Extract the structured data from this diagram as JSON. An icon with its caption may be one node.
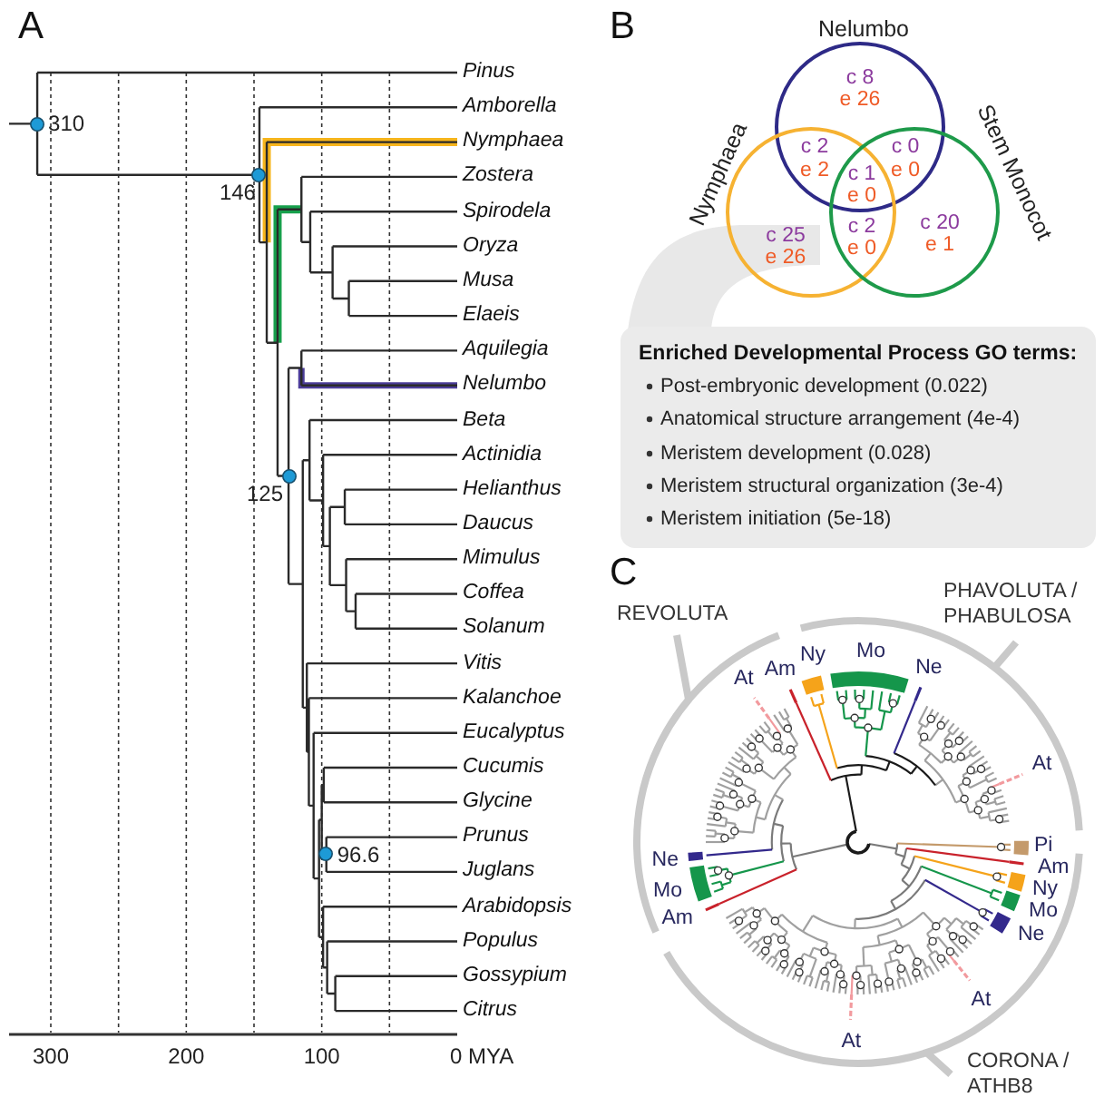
{
  "diagram": {
    "nodes": [
      {
        "text": [
          "Nelumbo"
        ]
      },
      {
        "text": [
          "Nymphaea"
        ]
      },
      {
        "text": [
          "Stem Monocot"
        ]
      },
      {
        "text": [
          "Enriched Developmental Process GO terms:",
          "Post-embryonic development (0.022)",
          "Anatomical structure arrangement (4e-4)",
          "Meristem development (0.028)",
          "Meristem structural organization (3e-4)",
          "Meristem initiation (5e-18)"
        ]
      }
    ],
    "labels": [
      "A",
      "Pinus",
      "Amborella",
      "Nymphaea",
      "Zostera",
      "Spirodela",
      "Oryza",
      "Musa",
      "Elaeis",
      "Aquilegia",
      "Nelumbo",
      "Beta",
      "Actinidia",
      "Helianthus",
      "Daucus",
      "Mimulus",
      "Coffea",
      "Solanum",
      "Vitis",
      "Kalanchoe",
      "Eucalyptus",
      "Cucumis",
      "Glycine",
      "Prunus",
      "Juglans",
      "Arabidopsis",
      "Populus",
      "Gossypium",
      "Citrus",
      "310",
      "146",
      "125",
      "96.6",
      "300",
      "200",
      "100",
      "0 MYA",
      "B",
      "c 8",
      "e 26",
      "c 2",
      "e 2",
      "c 0",
      "e 0",
      "c 1",
      "e 0",
      "c 25",
      "e 26",
      "c 2",
      "e 0",
      "c 20",
      "e 1",
      "C",
      "REVOLUTA",
      "PHAVOLUTA / PHABULOSA",
      "At",
      "Am",
      "Ny",
      "Mo",
      "Ne",
      "At",
      "Pi",
      "Ne",
      "Am",
      "Ny",
      "Mo",
      "Mo",
      "Am",
      "Ne",
      "At",
      "At",
      "CORONA / ATHB8"
    ]
  }
}
